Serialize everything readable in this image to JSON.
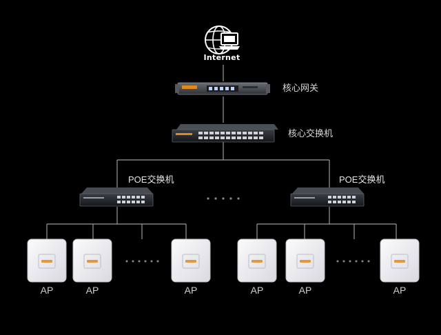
{
  "internet": {
    "label": "Internet",
    "icon": "globe-computer-icon"
  },
  "core_gateway": {
    "label": "核心网关",
    "icon": "router-icon"
  },
  "core_switch": {
    "label": "核心交换机",
    "icon": "switch-icon"
  },
  "poe_switches": [
    {
      "label": "POE交换机",
      "icon": "poe-switch-icon"
    },
    {
      "label": "POE交换机",
      "icon": "poe-switch-icon"
    }
  ],
  "access_points": [
    {
      "label": "AP"
    },
    {
      "label": "AP"
    },
    {
      "label": "AP"
    },
    {
      "label": "AP"
    },
    {
      "label": "AP"
    },
    {
      "label": "AP"
    }
  ],
  "colors": {
    "background": "#000000",
    "line": "#9a9a9a",
    "text": "#d9d9d9",
    "ap_body": "#e9e9ee",
    "device_accent": "#e08a1e"
  }
}
